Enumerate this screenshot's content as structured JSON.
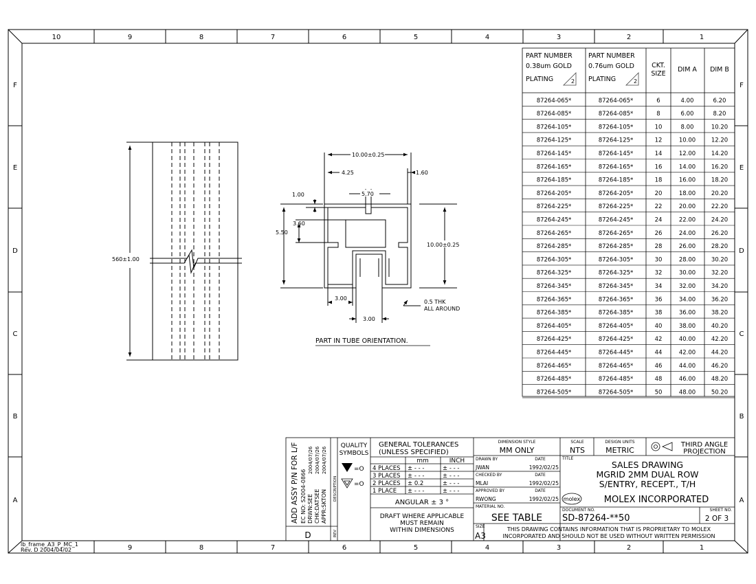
{
  "frame": {
    "col_labels": [
      "10",
      "9",
      "8",
      "7",
      "6",
      "5",
      "4",
      "3",
      "2",
      "1"
    ],
    "row_labels": [
      "F",
      "E",
      "D",
      "C",
      "B",
      "A"
    ],
    "frame_note_1": "lb_frame_A3_P_MC_1",
    "frame_note_2": "Rev. D 2004/04/02"
  },
  "drawing": {
    "length_dim": "560±1.00",
    "dim_overall_width": "10.00±0.25",
    "dim_4_25": "4.25",
    "dim_1_60": "1.60",
    "dim_5_70": "5.70",
    "dim_1_00": "1.00",
    "dim_3_60": "3.60",
    "dim_5_50": "5.50",
    "dim_overall_height": "10.00±0.25",
    "dim_3_00_a": "3.00",
    "dim_3_00_b": "3.00",
    "thk_line1": "0.5 THK",
    "thk_line2": "ALL AROUND",
    "orientation_note": "PART IN TUBE ORIENTATION."
  },
  "table": {
    "headers": {
      "col1_l1": "PART NUMBER",
      "col1_l2": "0.38um GOLD",
      "col1_l3": "PLATING",
      "col2_l1": "PART NUMBER",
      "col2_l2": "0.76um GOLD",
      "col2_l3": "PLATING",
      "note_mark": "2",
      "ckt_l1": "CKT.",
      "ckt_l2": "SIZE",
      "dim_a": "DIM A",
      "dim_b": "DIM B"
    },
    "rows": [
      [
        "87264-065*",
        "87264-065*",
        "6",
        "4.00",
        "6.20"
      ],
      [
        "87264-085*",
        "87264-085*",
        "8",
        "6.00",
        "8.20"
      ],
      [
        "87264-105*",
        "87264-105*",
        "10",
        "8.00",
        "10.20"
      ],
      [
        "87264-125*",
        "87264-125*",
        "12",
        "10.00",
        "12.20"
      ],
      [
        "87264-145*",
        "87264-145*",
        "14",
        "12.00",
        "14.20"
      ],
      [
        "87264-165*",
        "87264-165*",
        "16",
        "14.00",
        "16.20"
      ],
      [
        "87264-185*",
        "87264-185*",
        "18",
        "16.00",
        "18.20"
      ],
      [
        "87264-205*",
        "87264-205*",
        "20",
        "18.00",
        "20.20"
      ],
      [
        "87264-225*",
        "87264-225*",
        "22",
        "20.00",
        "22.20"
      ],
      [
        "87264-245*",
        "87264-245*",
        "24",
        "22.00",
        "24.20"
      ],
      [
        "87264-265*",
        "87264-265*",
        "26",
        "24.00",
        "26.20"
      ],
      [
        "87264-285*",
        "87264-285*",
        "28",
        "26.00",
        "28.20"
      ],
      [
        "87264-305*",
        "87264-305*",
        "30",
        "28.00",
        "30.20"
      ],
      [
        "87264-325*",
        "87264-325*",
        "32",
        "30.00",
        "32.20"
      ],
      [
        "87264-345*",
        "87264-345*",
        "34",
        "32.00",
        "34.20"
      ],
      [
        "87264-365*",
        "87264-365*",
        "36",
        "34.00",
        "36.20"
      ],
      [
        "87264-385*",
        "87264-385*",
        "38",
        "36.00",
        "38.20"
      ],
      [
        "87264-405*",
        "87264-405*",
        "40",
        "38.00",
        "40.20"
      ],
      [
        "87264-425*",
        "87264-425*",
        "42",
        "40.00",
        "42.20"
      ],
      [
        "87264-445*",
        "87264-445*",
        "44",
        "42.00",
        "44.20"
      ],
      [
        "87264-465*",
        "87264-465*",
        "46",
        "44.00",
        "46.20"
      ],
      [
        "87264-485*",
        "87264-485*",
        "48",
        "46.00",
        "48.20"
      ],
      [
        "87264-505*",
        "87264-505*",
        "50",
        "48.00",
        "50.20"
      ]
    ]
  },
  "title_block": {
    "revision": {
      "title": "ADD ASSY P/N FOR L/F",
      "ec_no": "EC NO: S2004-0866",
      "drwn": "DRWN:SEE",
      "chk": "CHK:DATSEE",
      "appr": "APPR:SKTON",
      "date1": "2004/07/26",
      "date2": "2004/07/26",
      "date3": "2004/07/26",
      "description_label": "DESCRIPTION",
      "rev_letter": "D",
      "rev_label": "REV"
    },
    "quality_l1": "QUALITY",
    "quality_l2": "SYMBOLS",
    "qsym1": "=O",
    "qsym2": "=O",
    "tol_title_l1": "GENERAL TOLERANCES",
    "tol_title_l2": "(UNLESS SPECIFIED)",
    "tol_col_mm": "mm",
    "tol_col_inch": "INCH",
    "tol_rows": [
      [
        "4 PLACES",
        "±  - - -",
        "±  - - -"
      ],
      [
        "3 PLACES",
        "±  - - -",
        "±  - - -"
      ],
      [
        "2 PLACES",
        "± 0.2",
        "±  - - -"
      ],
      [
        "1 PLACE",
        "±  - - -",
        "±  - - -"
      ]
    ],
    "angular": "ANGULAR ± 3 °",
    "draft_l1": "DRAFT WHERE APPLICABLE",
    "draft_l2": "MUST REMAIN",
    "draft_l3": "WITHIN DIMENSIONS",
    "dim_style_label": "DIMENSION STYLE",
    "dim_style": "MM ONLY",
    "drawn_by_label": "DRAWN BY",
    "drawn_by": "JWAN",
    "date_label": "DATE",
    "drawn_date": "1992/02/25",
    "checked_by_label": "CHECKED BY",
    "checked_by": "MLAI",
    "checked_date": "1992/02/25",
    "approved_by_label": "APPROVED BY",
    "approved_by": "RWONG",
    "approved_date": "1992/02/25",
    "material_label": "MATERIAL NO.",
    "material": "SEE  TABLE",
    "scale_label": "SCALE",
    "scale": "NTS",
    "design_units_label": "DESIGN UNITS",
    "design_units": "METRIC",
    "projection_l1": "THIRD ANGLE",
    "projection_l2": "PROJECTION",
    "title_label": "TITLE",
    "title_l1": "SALES DRAWING",
    "title_l2": "MGRID 2MM DUAL ROW",
    "title_l3": "S/ENTRY, RECEPT., T/H",
    "company": "MOLEX INCORPORATED",
    "logo_text": "molex",
    "document_label": "DOCUMENT NO.",
    "document_no": "SD-87264-**50",
    "sheet_label": "SHEET NO.",
    "sheet_no": "2 OF 3",
    "size_label": "SIZE",
    "size": "A3",
    "proprietary_l1": "THIS DRAWING CONTAINS INFORMATION THAT IS PROPRIETARY TO MOLEX",
    "proprietary_l2": "INCORPORATED AND SHOULD NOT BE USED WITHOUT WRITTEN PERMISSION"
  }
}
